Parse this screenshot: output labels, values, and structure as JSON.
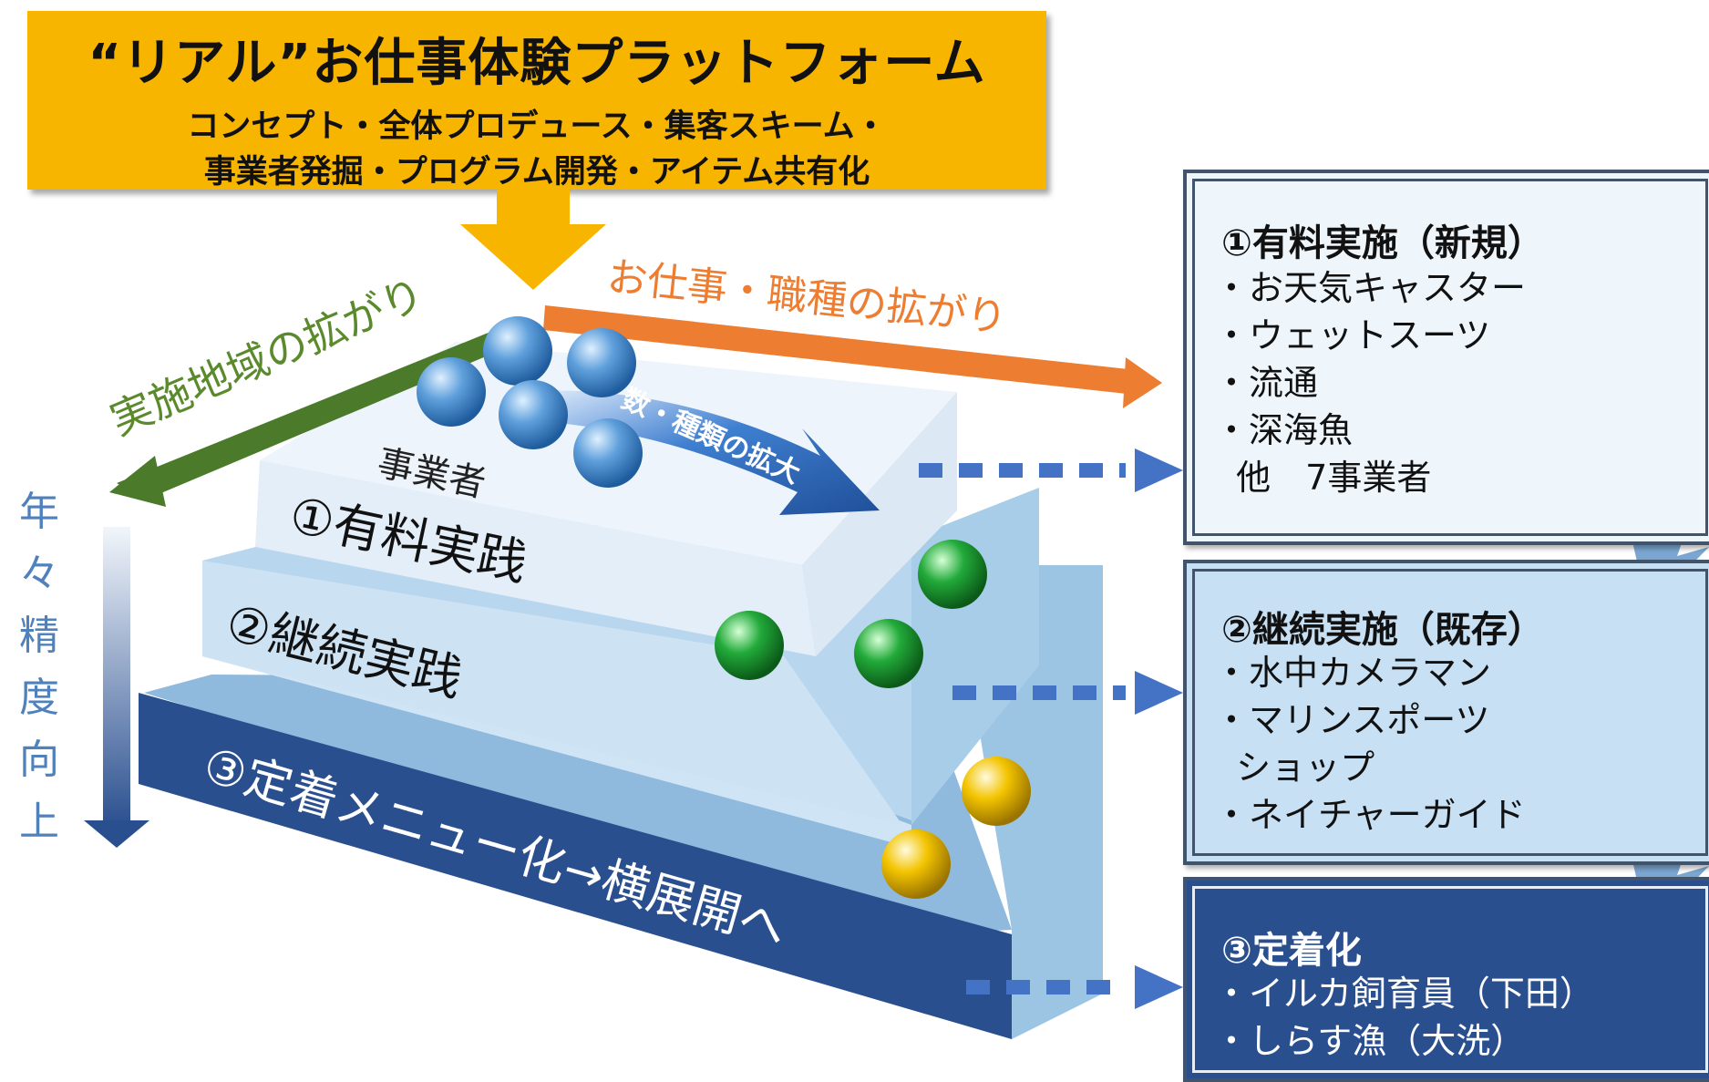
{
  "header": {
    "title": "“リアル”お仕事体験プラットフォーム",
    "subtitle_line1": "コンセプト・全体プロデュース・集客スキーム・",
    "subtitle_line2": "事業者発掘・プログラム開発・アイテム共有化"
  },
  "arrows": {
    "region_expansion": "実施地域の拡がり",
    "job_expansion": "お仕事・職種の拡がり",
    "count_expansion": "数・種類の拡大"
  },
  "steps": {
    "operators_label": "事業者",
    "step1": "①有料実践",
    "step2": "②継続実践",
    "step3": "③定着メニュー化→横展開へ"
  },
  "side_label": [
    "年",
    "々",
    "精",
    "度",
    "向",
    "上"
  ],
  "panels": [
    {
      "title": "①有料実施（新規）",
      "items": [
        "・お天気キャスター",
        "・ウェットスーツ",
        "・流通",
        "・深海魚",
        "  他　7事業者"
      ]
    },
    {
      "title": "②継続実施（既存）",
      "items": [
        "・水中カメラマン",
        "・マリンスポーツ",
        "  ショップ",
        "・ネイチャーガイド"
      ]
    },
    {
      "title": "③定着化",
      "items": [
        "・イルカ飼育員（下田）",
        "・しらす漁（大洗）"
      ]
    }
  ],
  "colors": {
    "header": "#f8b500",
    "region_arrow": "#4a7a2a",
    "job_arrow": "#ed7d31",
    "step3": "#2a4f8f",
    "accent_blue": "#4f81bd"
  }
}
